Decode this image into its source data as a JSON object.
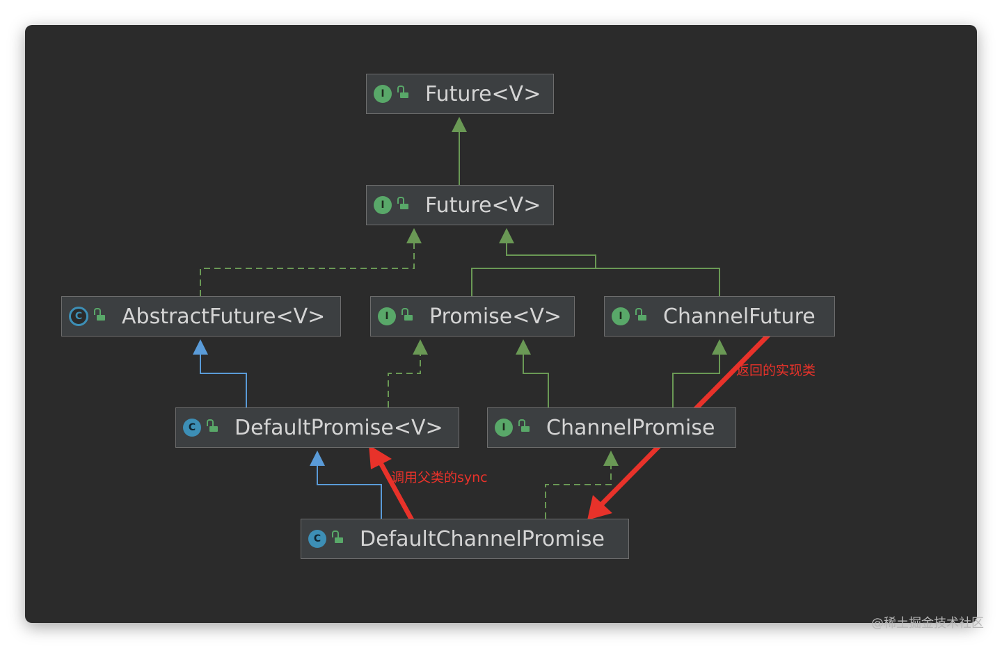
{
  "nodes": [
    {
      "id": "future-top",
      "label": "Future<V>",
      "kind": "interface",
      "kind_glyph": "I"
    },
    {
      "id": "future-mid",
      "label": "Future<V>",
      "kind": "interface",
      "kind_glyph": "I"
    },
    {
      "id": "abstract-future",
      "label": "AbstractFuture<V>",
      "kind": "abstract-class",
      "kind_glyph": "C"
    },
    {
      "id": "promise",
      "label": "Promise<V>",
      "kind": "interface",
      "kind_glyph": "I"
    },
    {
      "id": "channel-future",
      "label": "ChannelFuture",
      "kind": "interface",
      "kind_glyph": "I"
    },
    {
      "id": "default-promise",
      "label": "DefaultPromise<V>",
      "kind": "class",
      "kind_glyph": "C"
    },
    {
      "id": "channel-promise",
      "label": "ChannelPromise",
      "kind": "interface",
      "kind_glyph": "I"
    },
    {
      "id": "default-channel-promise",
      "label": "DefaultChannelPromise",
      "kind": "class",
      "kind_glyph": "C"
    }
  ],
  "edges": [
    {
      "from": "future-mid",
      "to": "future-top",
      "type": "extends-interface"
    },
    {
      "from": "abstract-future",
      "to": "future-mid",
      "type": "implements"
    },
    {
      "from": "promise",
      "to": "future-mid",
      "type": "extends-interface"
    },
    {
      "from": "channel-future",
      "to": "future-mid",
      "type": "extends-interface"
    },
    {
      "from": "default-promise",
      "to": "abstract-future",
      "type": "extends-class"
    },
    {
      "from": "default-promise",
      "to": "promise",
      "type": "implements"
    },
    {
      "from": "channel-promise",
      "to": "promise",
      "type": "extends-interface"
    },
    {
      "from": "channel-promise",
      "to": "channel-future",
      "type": "extends-interface"
    },
    {
      "from": "default-channel-promise",
      "to": "default-promise",
      "type": "extends-class"
    },
    {
      "from": "default-channel-promise",
      "to": "channel-promise",
      "type": "implements"
    }
  ],
  "annotations": {
    "call_parent_sync": "调用父类的sync",
    "returned_impl": "返回的实现类"
  },
  "colors": {
    "background": "#2b2b2b",
    "interface_edge": "#6a9955",
    "class_edge": "#5a9bd8",
    "annotation": "#e8322a"
  },
  "watermark": "@稀土掘金技术社区"
}
